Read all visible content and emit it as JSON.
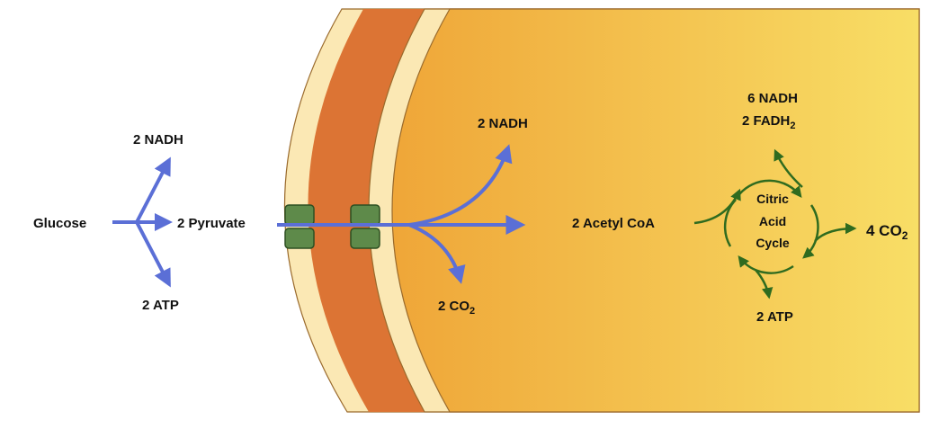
{
  "glycolysis": {
    "input": "Glucose",
    "product": "2 Pyruvate",
    "nadh": "2 NADH",
    "atp": "2 ATP"
  },
  "pyruvate_oxidation": {
    "nadh": "2 NADH",
    "co2_prefix": "2 CO",
    "co2_sub": "2",
    "product": "2 Acetyl CoA"
  },
  "citric_acid_cycle": {
    "label_line1": "Citric",
    "label_line2": "Acid",
    "label_line3": "Cycle",
    "nadh": "6 NADH",
    "fadh_prefix": "2 FADH",
    "fadh_sub": "2",
    "co2_prefix": "4 CO",
    "co2_sub": "2",
    "atp": "2 ATP"
  },
  "colors": {
    "arrow_blue": "#5b6fd6",
    "cycle_green": "#2f6b1f",
    "transporter_green": "#5e8a4a",
    "outer_membrane": "#fbe8b4",
    "intermembrane": "#dc7434",
    "matrix_start": "#efa638",
    "matrix_end": "#f8de66"
  }
}
